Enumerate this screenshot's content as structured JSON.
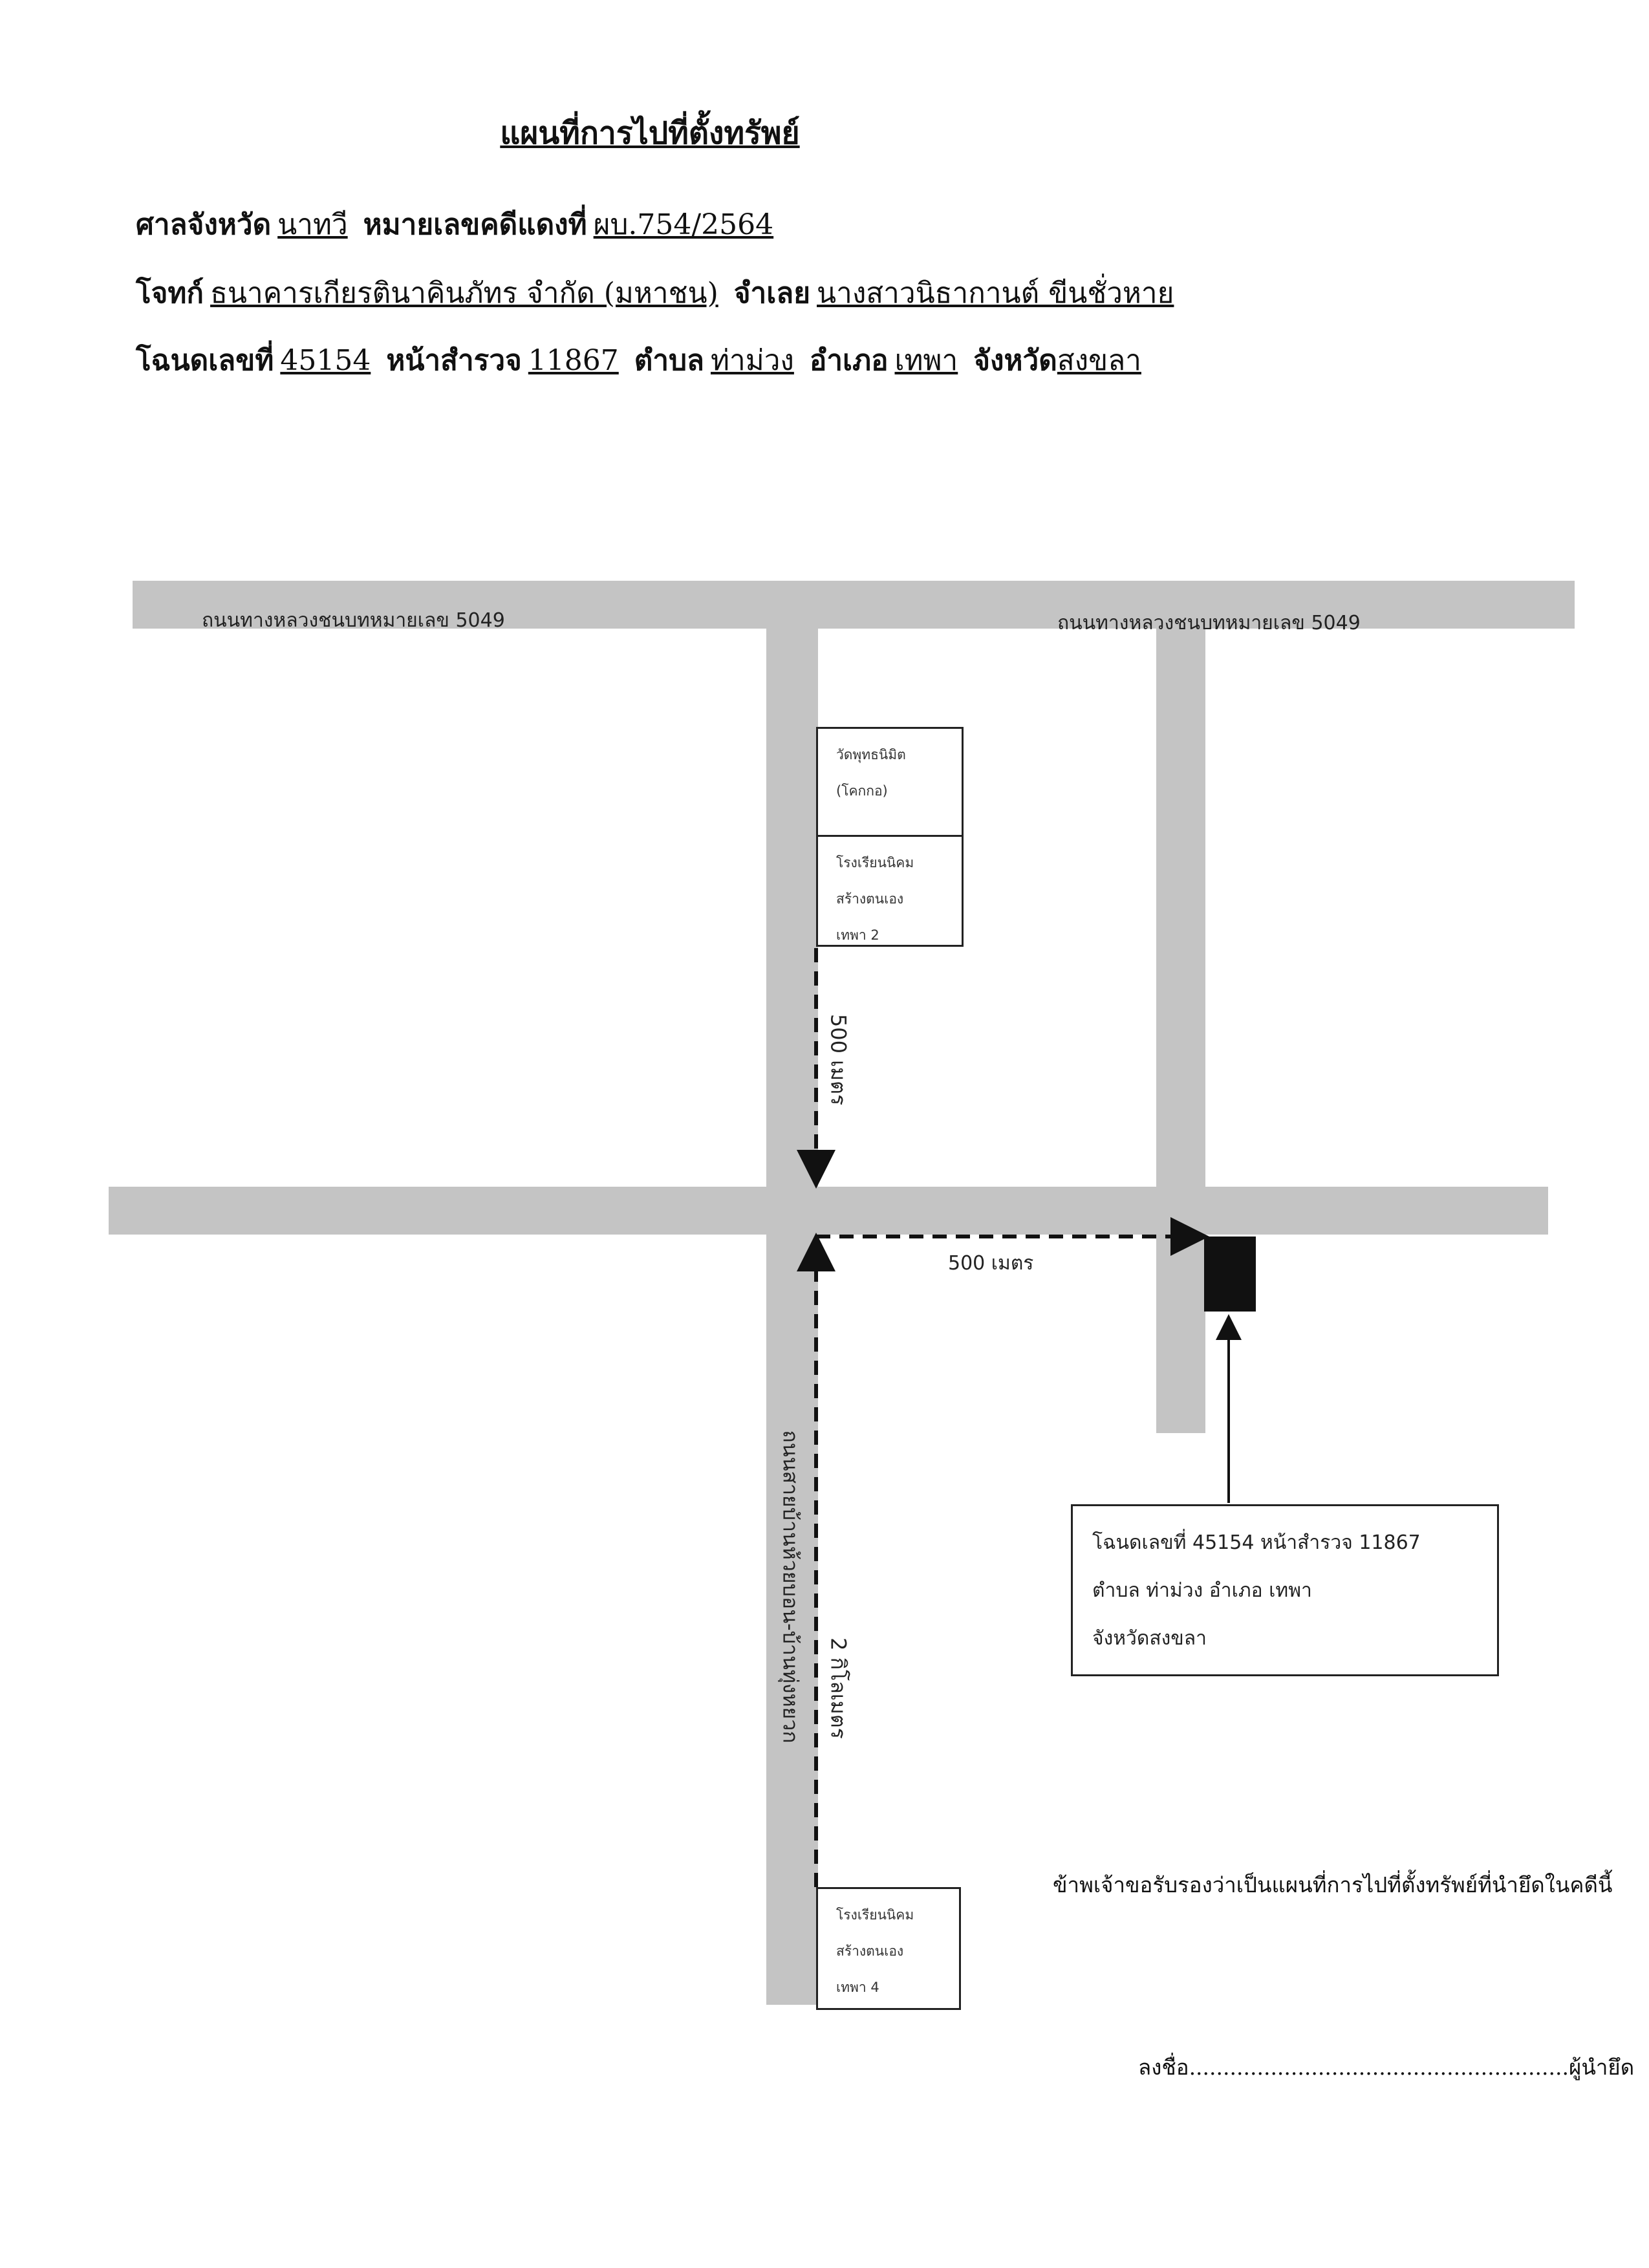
{
  "header": {
    "title": "แผนที่การไปที่ตั้งทรัพย์",
    "court_label": "ศาลจังหวัด",
    "court_value": "นาทวี",
    "case_label": "หมายเลขคดีแดงที่",
    "case_value": "ผบ.754/2564",
    "plaintiff_label": "โจทก์",
    "plaintiff_value": "ธนาคารเกียรตินาคินภัทร จำกัด  (มหาชน)",
    "defendant_label": "จำเลย",
    "defendant_value": "นางสาวนิธากานต์ ขีนชั่วหาย",
    "deed_label": "โฉนดเลขที่",
    "deed_value": "45154",
    "survey_label": "หน้าสำรวจ",
    "survey_value": "11867",
    "subdistrict_label": "ตำบล",
    "subdistrict_value": "ท่าม่วง",
    "district_label": "อำเภอ",
    "district_value": "เทพา",
    "province_label": "จังหวัด",
    "province_value": "สงขลา"
  },
  "map": {
    "top_road_label_left": "ถนนทางหลวงชนบทหมายเลข 5049",
    "top_road_label_right": "ถนนทางหลวงชนบทหมายเลข 5049",
    "vertical_road_label": "ถนนสายบ้านห้วยบอน-บ้านทุ่งหยวก",
    "distance_north": "500 เมตร",
    "distance_east": "500 เมตร",
    "distance_south": "2 กิโลเมตร",
    "landmark_temple": [
      "วัดพุทธนิมิต",
      "(โคกกอ)"
    ],
    "landmark_school_2": [
      "โรงเรียนนิคม",
      "สร้างตนเอง",
      "เทพา 2"
    ],
    "landmark_school_4": [
      "โรงเรียนนิคม",
      "สร้างตนเอง",
      "เทพา 4"
    ],
    "property_info": [
      "โฉนดเลขที่ 45154   หน้าสำรวจ 11867",
      "ตำบล  ท่าม่วง  อำเภอ  เทพา",
      "จังหวัดสงขลา"
    ],
    "road_color": "#c4c4c4",
    "property_color": "#111111"
  },
  "footer": {
    "certification": "ข้าพเจ้าขอรับรองว่าเป็นแผนที่การไปที่ตั้งทรัพย์ที่นำยึดในคดีนี้",
    "sign_prefix": "ลงชื่อ",
    "sign_dots": "........................................................",
    "sign_suffix": "ผู้นำยึด"
  }
}
